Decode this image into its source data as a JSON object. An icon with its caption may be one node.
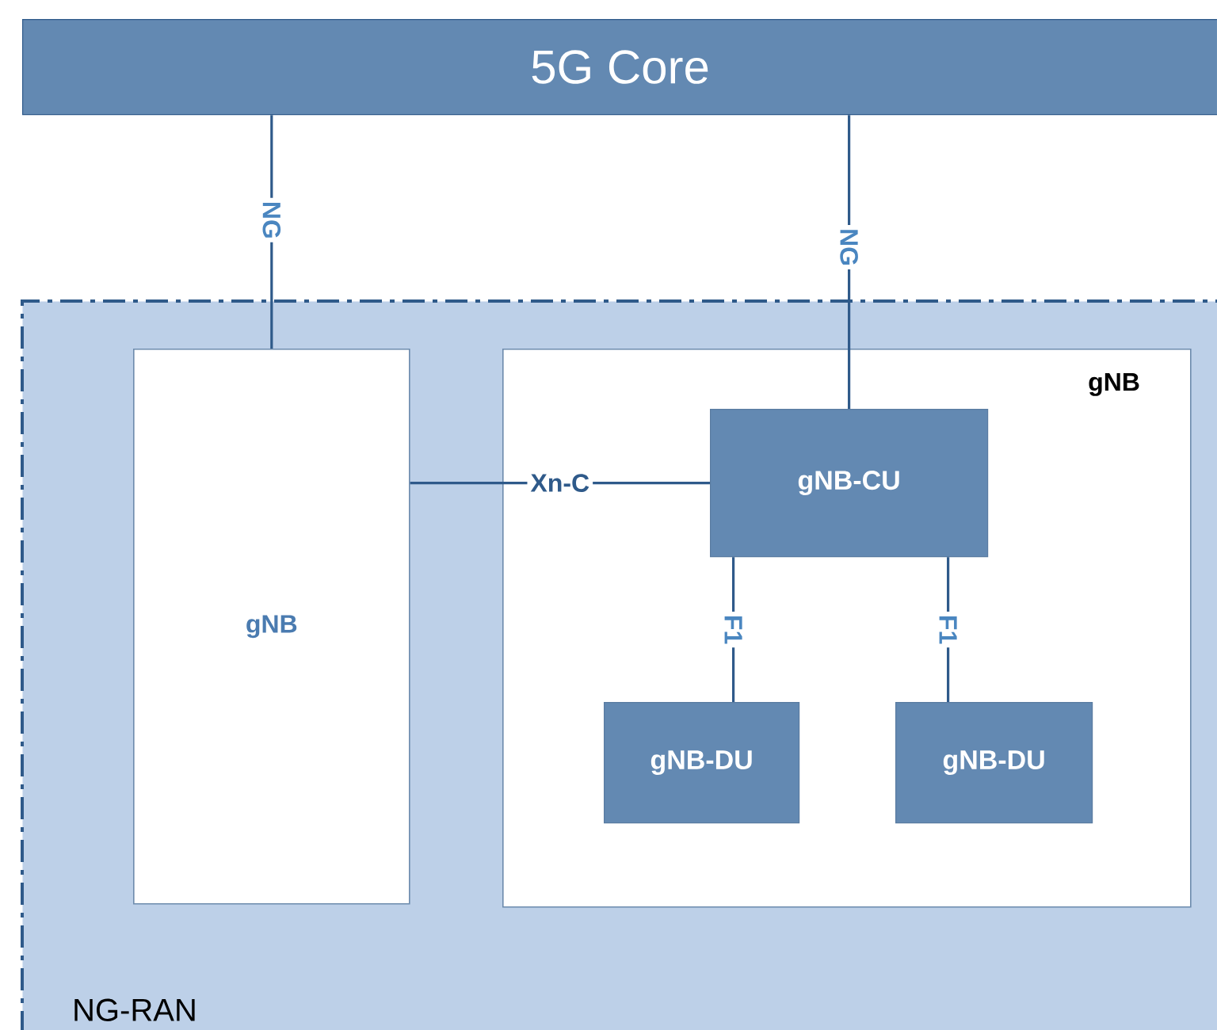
{
  "diagram": {
    "nodes": [
      {
        "text": [
          "5G Core"
        ]
      },
      {
        "text": [
          "NG-RAN"
        ]
      },
      {
        "text": [
          "gNB"
        ],
        "in": 1
      },
      {
        "text": [
          "gNB"
        ],
        "in": 1
      },
      {
        "text": [
          "gNB-CU"
        ],
        "in": 3
      },
      {
        "text": [
          "gNB-DU"
        ],
        "in": 3
      },
      {
        "text": [
          "gNB-DU"
        ],
        "in": 3
      }
    ],
    "edges": [
      {
        "from": 0,
        "to": 2,
        "arrow": "none",
        "label": "NG"
      },
      {
        "from": 0,
        "to": 4,
        "arrow": "none",
        "label": "NG"
      },
      {
        "from": 2,
        "to": 4,
        "arrow": "none",
        "label": "Xn-C"
      },
      {
        "from": 4,
        "to": 5,
        "arrow": "none",
        "label": "F1"
      },
      {
        "from": 4,
        "to": 6,
        "arrow": "none",
        "label": "F1"
      }
    ]
  }
}
